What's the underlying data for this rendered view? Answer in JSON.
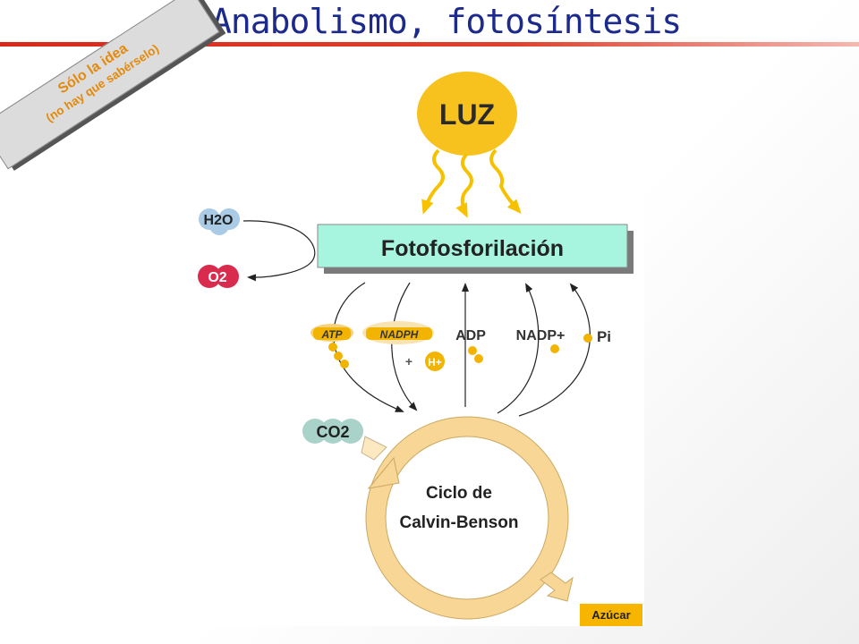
{
  "title": "Anabolismo, fotosíntesis",
  "banner": {
    "line1": "Sólo la idea",
    "line2": "(no hay que sabérselo)"
  },
  "diagram": {
    "light": "LUZ",
    "phosphorylation": "Fotofosforilación",
    "water": "H2O",
    "oxygen": "O2",
    "co2": "CO2",
    "atp": "ATP",
    "nadph": "NADPH",
    "adp": "ADP",
    "nadp": "NADP+",
    "pi": "Pi",
    "plus": "+",
    "proton": "H+",
    "cycle_line1": "Ciclo de",
    "cycle_line2": "Calvin-Benson",
    "sugar": "Azúcar"
  },
  "colors": {
    "title": "#1c2a8c",
    "accent_red": "#d9281b",
    "light": "#f7c21d",
    "phospho": "#a8f5df",
    "cycle": "#f8d796"
  }
}
